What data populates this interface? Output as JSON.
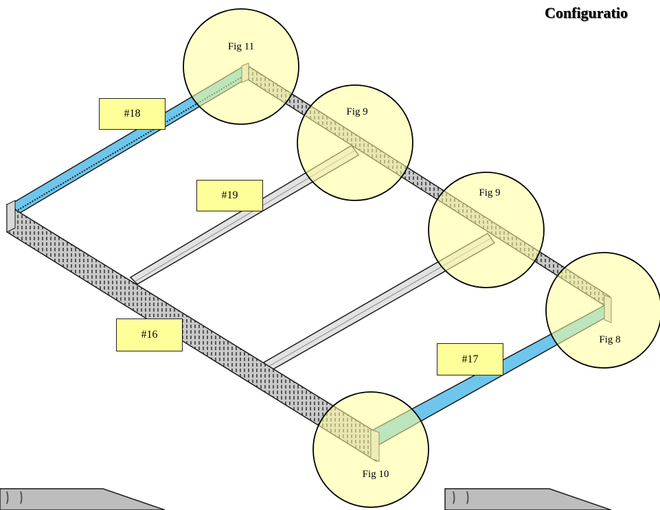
{
  "title": "Configuratio",
  "part_callouts": [
    {
      "id": "18",
      "text": "#18"
    },
    {
      "id": "19",
      "text": "#19"
    },
    {
      "id": "16",
      "text": "#16"
    },
    {
      "id": "17",
      "text": "#17"
    }
  ],
  "figure_circles": [
    {
      "id": "fig11",
      "label": "Fig 11"
    },
    {
      "id": "fig9a",
      "label": "Fig 9"
    },
    {
      "id": "fig9b",
      "label": "Fig 9"
    },
    {
      "id": "fig8",
      "label": "Fig 8"
    },
    {
      "id": "fig10",
      "label": "Fig 10"
    }
  ],
  "colors": {
    "rail_gray": "#c9c9c9",
    "rail_slots": "#555555",
    "end_bar_blue": "#6ec6ec",
    "highlight_yellow": "#ffff99",
    "callout_border": "#222222"
  }
}
